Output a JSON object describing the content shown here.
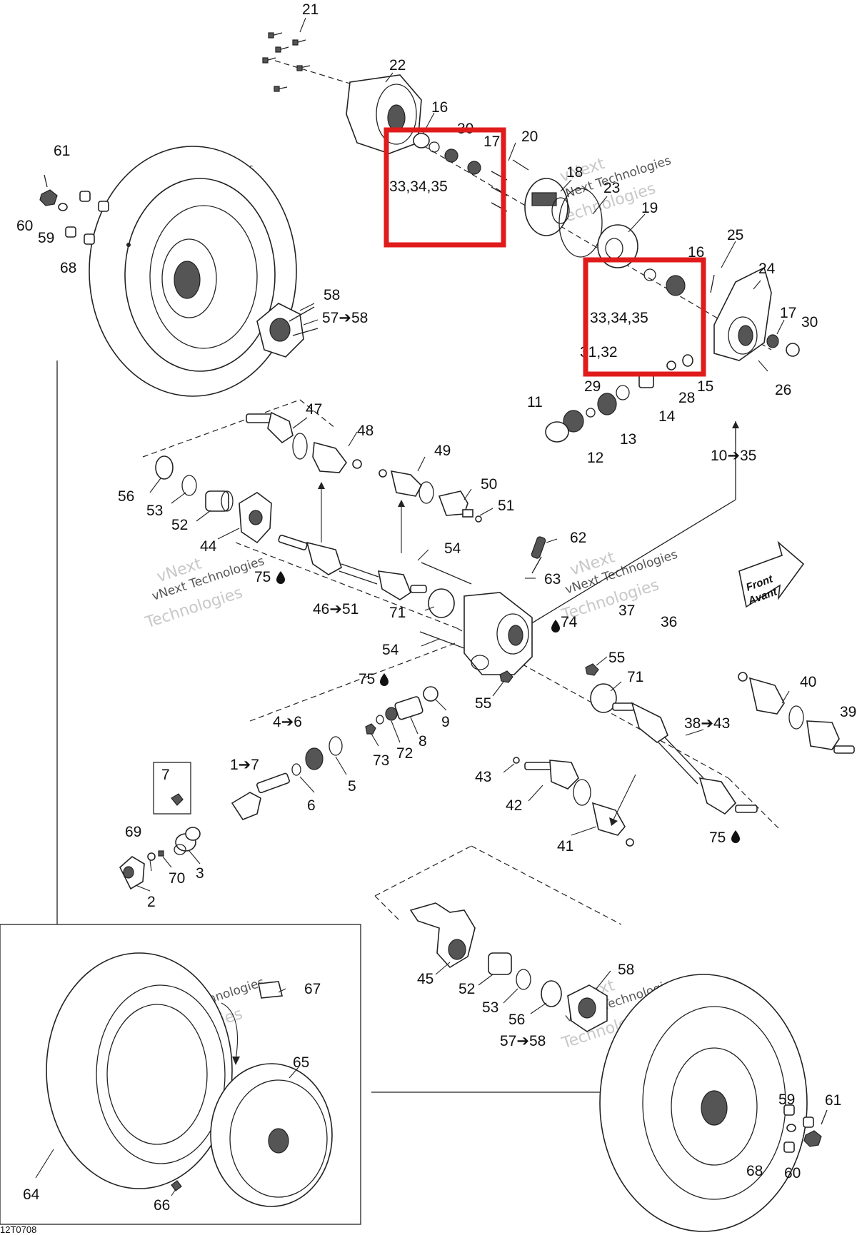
{
  "drawing_code": "12T0708",
  "front_arrow": {
    "line1": "Front",
    "line2": "Avant"
  },
  "watermark": {
    "line1": "vNext",
    "line2": "vNext Technologies",
    "line3": "Technologies"
  },
  "callouts": {
    "c21": "21",
    "c22": "22",
    "c16a": "16",
    "c30a": "30",
    "c17a": "17",
    "c20": "20",
    "c18": "18",
    "c23": "23",
    "c19": "19",
    "c333435a": "33,34,35",
    "c61a": "61",
    "c60a": "60",
    "c59a": "59",
    "c68a": "68",
    "c58a": "58",
    "c5758a": "57➔58",
    "c25": "25",
    "c16b": "16",
    "c24": "24",
    "c333435b": "33,34,35",
    "c17b": "17",
    "c30b": "30",
    "c3132": "31,32",
    "c15": "15",
    "c28": "28",
    "c26": "26",
    "c29": "29",
    "c11": "11",
    "c14": "14",
    "c13": "13",
    "c12": "12",
    "c1035": "10➔35",
    "c47": "47",
    "c48": "48",
    "c49": "49",
    "c50": "50",
    "c51": "51",
    "c56a": "56",
    "c53a": "53",
    "c52a": "52",
    "c44": "44",
    "c75a": "75",
    "c4651": "46➔51",
    "c71a": "71",
    "c54a": "54",
    "c54b": "54",
    "c62": "62",
    "c63": "63",
    "c74": "74",
    "c37": "37",
    "c36": "36",
    "c55a": "55",
    "c55b": "55",
    "c71b": "71",
    "c75b": "75",
    "c9": "9",
    "c8": "8",
    "c72": "72",
    "c73": "73",
    "c46": "4➔6",
    "c17": "1➔7",
    "c5": "5",
    "c6": "6",
    "c7": "7",
    "c69": "69",
    "c70": "70",
    "c3": "3",
    "c2": "2",
    "c40": "40",
    "c39": "39",
    "c3843": "38➔43",
    "c43": "43",
    "c42": "42",
    "c41": "41",
    "c75c": "75",
    "c45": "45",
    "c52b": "52",
    "c53b": "53",
    "c56b": "56",
    "c58b": "58",
    "c5758b": "57➔58",
    "c67": "67",
    "c65": "65",
    "c64": "64",
    "c66": "66",
    "c59b": "59",
    "c61b": "61",
    "c68b": "68",
    "c60b": "60"
  },
  "highlight_color": "#e01b1b"
}
